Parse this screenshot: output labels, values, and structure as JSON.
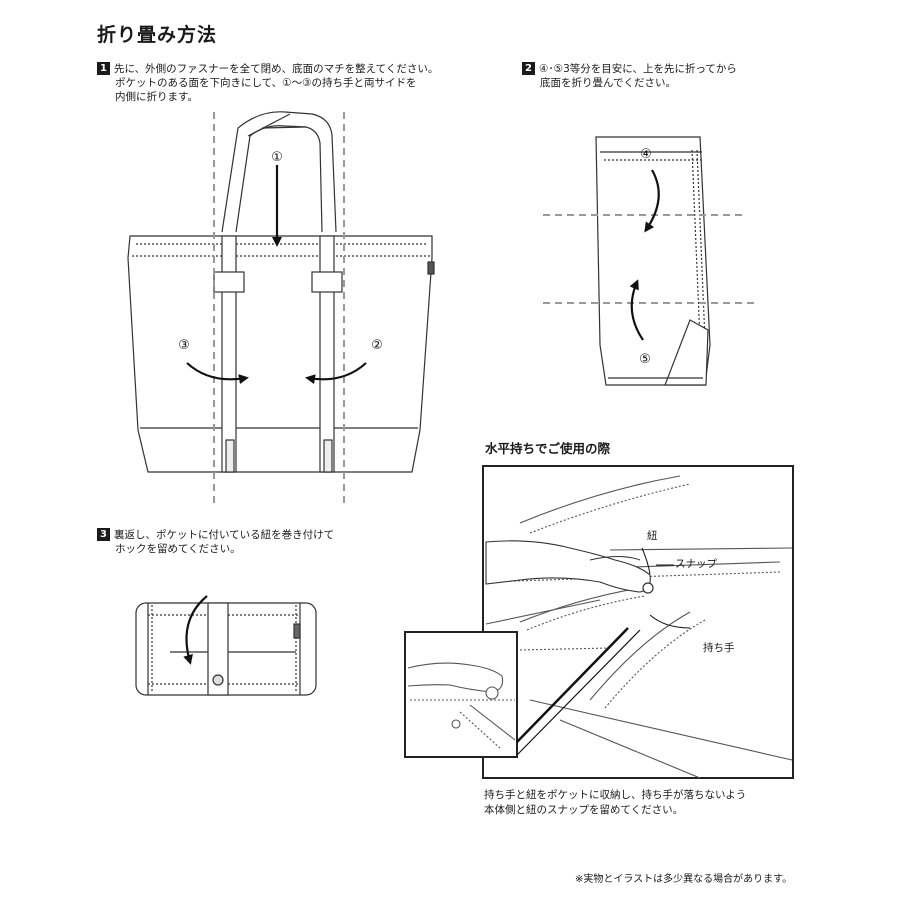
{
  "title": "折り畳み方法",
  "steps": [
    {
      "number": "1",
      "lines": [
        "先に、外側のファスナーを全て閉め、底面のマチを整えてください。",
        "ポケットのある面を下向きにして、①～③の持ち手と両サイドを",
        "内側に折ります。"
      ]
    },
    {
      "number": "2",
      "lines": [
        "④･⑤3等分を目安に、上を先に折ってから",
        "底面を折り畳んでください。"
      ]
    },
    {
      "number": "3",
      "lines": [
        "裏返し、ポケットに付いている紐を巻き付けて",
        "ホックを留めてください。"
      ]
    }
  ],
  "fold_markers": [
    "①",
    "②",
    "③",
    "④",
    "⑤"
  ],
  "horizontal": {
    "title": "水平持ちでご使用の際",
    "labels": {
      "cord": "紐",
      "snap": "スナップ",
      "handle": "持ち手"
    },
    "caption_lines": [
      "持ち手と紐をポケットに収納し、持ち手が落ちないよう",
      "本体側と紐のスナップを留めてください。"
    ]
  },
  "note": "※実物とイラストは多少異なる場合があります。"
}
